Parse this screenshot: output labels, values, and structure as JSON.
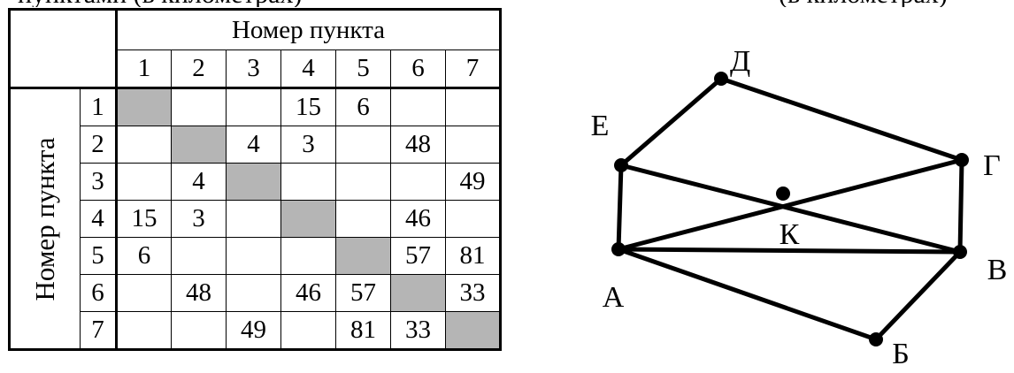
{
  "table": {
    "header": "Номер пункта",
    "side_label": "Номер пункта",
    "columns": [
      "1",
      "2",
      "3",
      "4",
      "5",
      "6",
      "7"
    ],
    "rows": [
      {
        "label": "1",
        "cells": [
          "",
          "",
          "",
          "15",
          "6",
          "",
          ""
        ]
      },
      {
        "label": "2",
        "cells": [
          "",
          "",
          "4",
          "3",
          "",
          "48",
          ""
        ]
      },
      {
        "label": "3",
        "cells": [
          "",
          "4",
          "",
          "",
          "",
          "",
          "49"
        ]
      },
      {
        "label": "4",
        "cells": [
          "15",
          "3",
          "",
          "",
          "",
          "46",
          ""
        ]
      },
      {
        "label": "5",
        "cells": [
          "6",
          "",
          "",
          "",
          "",
          "57",
          "81"
        ]
      },
      {
        "label": "6",
        "cells": [
          "",
          "48",
          "",
          "46",
          "57",
          "",
          "33"
        ]
      },
      {
        "label": "7",
        "cells": [
          "",
          "",
          "49",
          "",
          "81",
          "33",
          ""
        ]
      }
    ],
    "diagonal_color": "#b5b5b5"
  },
  "graph": {
    "nodes": {
      "d": {
        "label": "Д"
      },
      "e": {
        "label": "Е"
      },
      "g": {
        "label": "Г"
      },
      "k": {
        "label": "К"
      },
      "a": {
        "label": "А"
      },
      "v": {
        "label": "В"
      },
      "b": {
        "label": "Б"
      }
    },
    "edges": [
      [
        "e",
        "d"
      ],
      [
        "d",
        "g"
      ],
      [
        "e",
        "a"
      ],
      [
        "g",
        "v"
      ],
      [
        "a",
        "v"
      ],
      [
        "a",
        "b"
      ],
      [
        "b",
        "v"
      ],
      [
        "e",
        "v"
      ],
      [
        "a",
        "g"
      ]
    ]
  },
  "top_text": {
    "left": "пунктами (в километрах)",
    "right": "(в километрах)"
  }
}
